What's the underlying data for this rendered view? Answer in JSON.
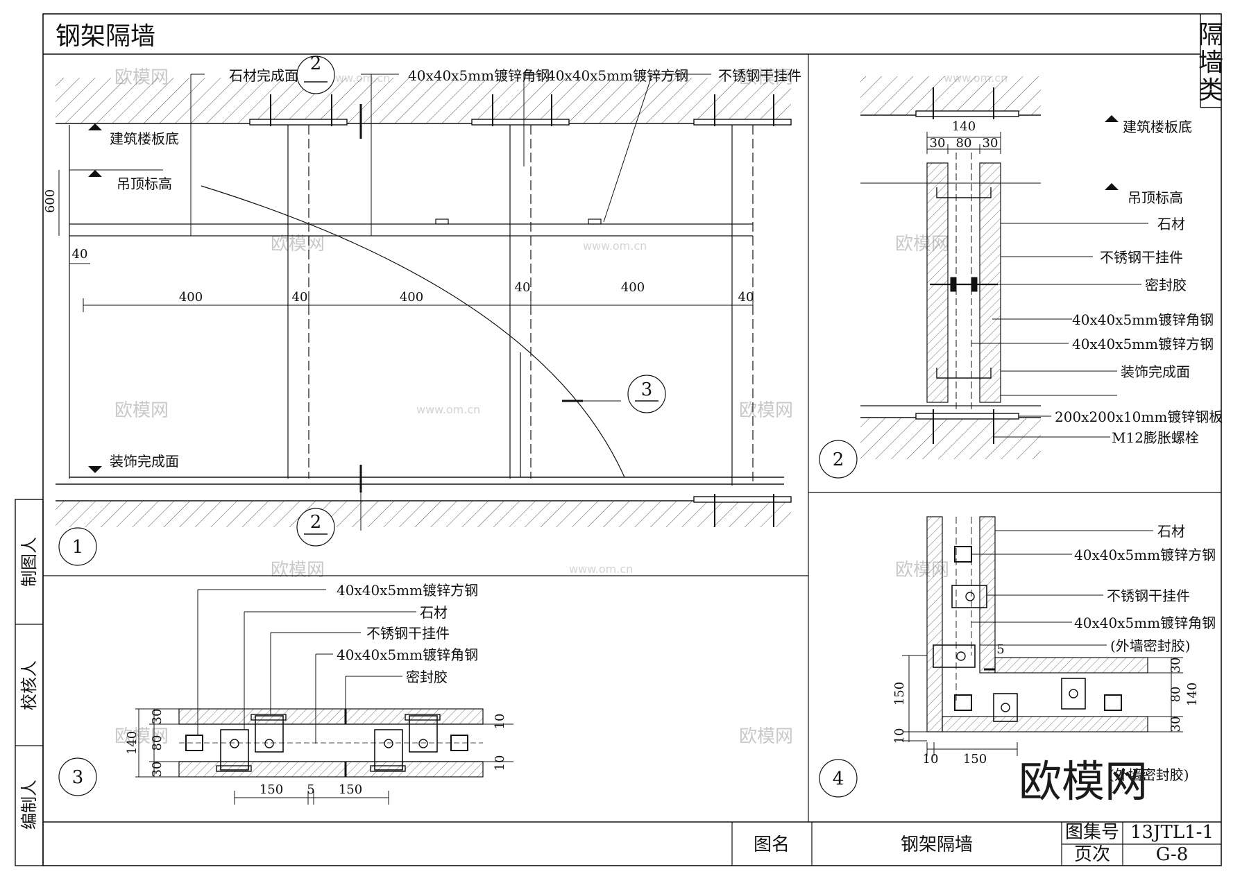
{
  "sheet": {
    "title": "钢架隔墙",
    "category": "隔墙类",
    "drawing_name_label": "图名",
    "drawing_name": "钢架隔墙",
    "atlas_label": "图集号",
    "atlas_no": "13JTL1-1",
    "page_label": "页次",
    "page_no": "G-8",
    "roles": [
      "制图人",
      "校核人",
      "编制人"
    ]
  },
  "view1": {
    "number": "1",
    "section_ref_top": "2",
    "section_ref_bottom": "2",
    "section_ref_side": "3",
    "labels": {
      "stone_finish": "石材完成面",
      "angle_steel": "40x40x5mm镀锌角钢",
      "square_steel": "40x40x5mm镀锌方钢",
      "hanger": "不锈钢干挂件",
      "slab_bottom": "建筑楼板底",
      "ceiling_level": "吊顶标高",
      "finish_face": "装饰完成面"
    },
    "dims": {
      "height_600": "600",
      "d40a": "40",
      "d400a": "400",
      "d40b": "40",
      "d400b": "400",
      "d40c": "40",
      "d400c": "400",
      "d40d": "40"
    }
  },
  "view2": {
    "number": "2",
    "dims": {
      "w140": "140",
      "a30": "30",
      "b80": "80",
      "c30": "30"
    },
    "labels": {
      "slab_bottom": "建筑楼板底",
      "ceiling_level": "吊顶标高",
      "stone": "石材",
      "hanger": "不锈钢干挂件",
      "sealant": "密封胶",
      "angle_steel": "40x40x5mm镀锌角钢",
      "square_steel": "40x40x5mm镀锌方钢",
      "finish_face": "装饰完成面",
      "plate": "200x200x10mm镀锌钢板",
      "bolt": "M12膨胀螺栓"
    }
  },
  "view3": {
    "number": "3",
    "labels": {
      "square_steel": "40x40x5mm镀锌方钢",
      "stone": "石材",
      "hanger": "不锈钢干挂件",
      "angle_steel": "40x40x5mm镀锌角钢",
      "sealant": "密封胶"
    },
    "dims": {
      "total": "140",
      "top30": "30",
      "mid80": "80",
      "bot30": "30",
      "r10a": "10",
      "r10b": "10",
      "w150a": "150",
      "gap5": "5",
      "w150b": "150"
    }
  },
  "view4": {
    "number": "4",
    "labels": {
      "stone": "石材",
      "square_steel": "40x40x5mm镀锌方钢",
      "hanger": "不锈钢干挂件",
      "angle_steel": "40x40x5mm镀锌角钢",
      "ext_sealant": "(外墙密封胶)",
      "ext_sealant2": "(外墙密封胶)"
    },
    "dims": {
      "gap5": "5",
      "v150": "150",
      "v10": "10",
      "h10": "10",
      "h150": "150",
      "r30a": "30",
      "r80": "80",
      "r30b": "30",
      "r140": "140"
    }
  },
  "watermark": {
    "text": "欧模网",
    "url": "www.om.cn"
  }
}
